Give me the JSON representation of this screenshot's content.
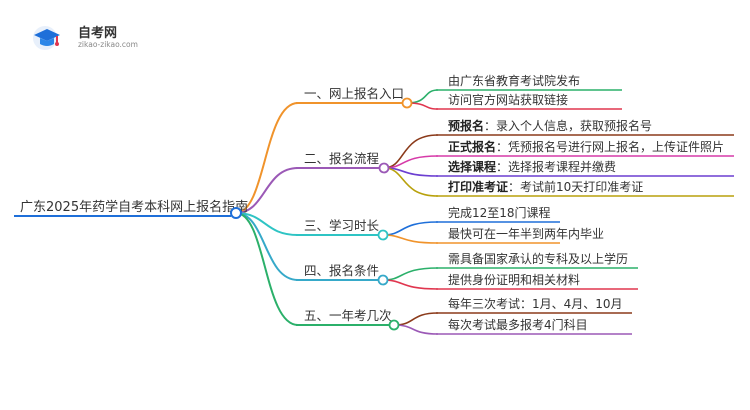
{
  "logo": {
    "name": "自考网",
    "url": "zikao-zikao.com",
    "icon": "graduation-cap-icon"
  },
  "root": {
    "label": "广东2025年药学自考本科网上报名指南",
    "color": "#1e6fd9"
  },
  "branches": [
    {
      "label": "一、网上报名入口",
      "color": "#f0932b",
      "children": [
        {
          "label": "由广东省教育考试院发布",
          "color": "#2bb06a"
        },
        {
          "label": "访问官方网站获取链接",
          "color": "#e0364f"
        }
      ]
    },
    {
      "label": "二、报名流程",
      "color": "#9b59b6",
      "children": [
        {
          "bold": "预报名",
          "text": "：录入个人信息，获取预报名号",
          "color": "#8b3a1a"
        },
        {
          "bold": "正式报名",
          "text": "：凭预报名号进行网上报名，上传证件照片",
          "color": "#d63aa8"
        },
        {
          "bold": "选择课程",
          "text": "：选择报考课程并缴费",
          "color": "#6c3fd1"
        },
        {
          "bold": "打印准考证",
          "text": "：考试前10天打印准考证",
          "color": "#b8a10c"
        }
      ]
    },
    {
      "label": "三、学习时长",
      "color": "#2ec4c4",
      "children": [
        {
          "label": "完成12至18门课程",
          "color": "#1e6fd9"
        },
        {
          "label": "最快可在一年半到两年内毕业",
          "color": "#f0932b"
        }
      ]
    },
    {
      "label": "四、报名条件",
      "color": "#36a9c9",
      "children": [
        {
          "label": "需具备国家承认的专科及以上学历",
          "color": "#2bb06a"
        },
        {
          "label": "提供身份证明和相关材料",
          "color": "#e0364f"
        }
      ]
    },
    {
      "label": "五、一年考几次",
      "color": "#2bb06a",
      "children": [
        {
          "label": "每年三次考试：1月、4月、10月",
          "color": "#8b3a1a"
        },
        {
          "label": "每次考试最多报考4门科目",
          "color": "#9b59b6"
        }
      ]
    }
  ]
}
